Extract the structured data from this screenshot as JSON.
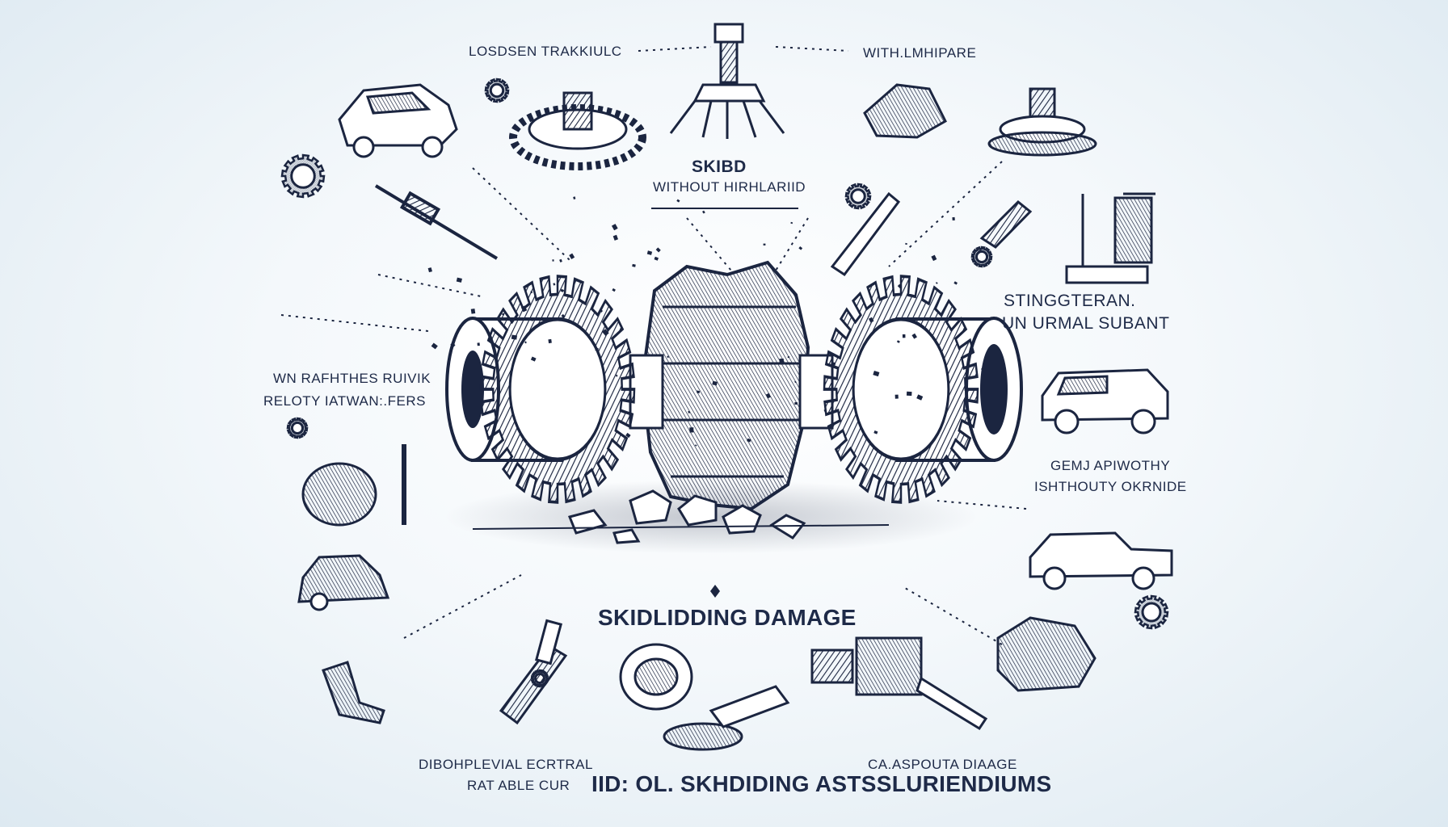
{
  "labels": {
    "top_left": "LOSDSEN TRAKKIULC",
    "top_right": "WITH.LMHIPARE",
    "center_heading": "SKIBD",
    "center_sub": "WITHOUT HIRHLARIID",
    "right_upper_line1": "STINGGTERAN.",
    "right_upper_line2": "UN URMAL SUBANT",
    "left_mid_line1": "WN RAFHTHES RUIVIK",
    "left_mid_line2": "RELOTY IATWAN:.FERS",
    "right_mid_line1": "GEMJ APIWOTHY",
    "right_mid_line2": "ISHTHOUTY OKRNIDE",
    "main_title": "SKIDLIDDING DAMAGE",
    "bottom_left_line1": "DIBOHPLEVIAL ECRTRAL",
    "bottom_left_line2": "RAT ABLE CUR",
    "bottom_center": "IID: OL. SKHDIDING ASTSSLURIENDIUMS",
    "bottom_right": "CA.ASPOUTA DIAAGE"
  },
  "colors": {
    "ink": "#1b2540",
    "ink_light": "#5a6a8a",
    "background_center": "#ffffff",
    "background_edge": "#dde9f1"
  },
  "icons": [
    "gear-icon",
    "wrecked-car-icon",
    "suv-icon",
    "pickup-truck-icon",
    "broken-axle-icon",
    "valve-icon",
    "drive-shaft-icon",
    "wheel-hub-icon",
    "crane-icon",
    "scrap-pile-icon",
    "diamond-marker-icon",
    "rock-debris-icon"
  ]
}
